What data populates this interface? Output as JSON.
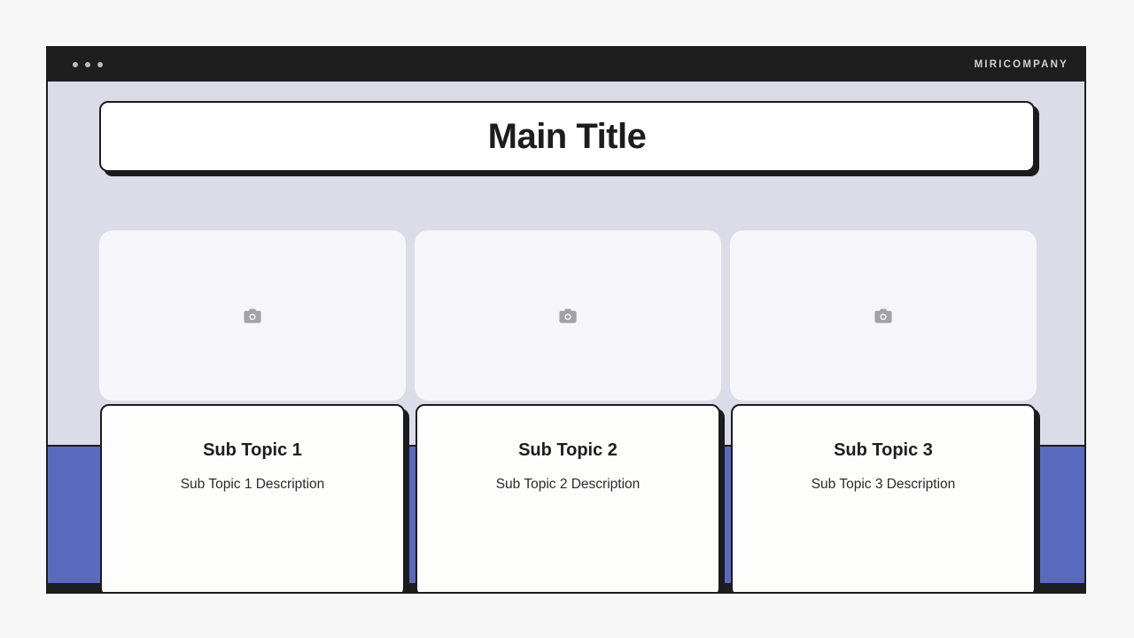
{
  "window": {
    "titlebar": {
      "dots_icon": "window-dots-icon",
      "dot_count": 3,
      "brand": "MIRICOMPANY"
    }
  },
  "slide": {
    "main_title": "Main Title",
    "media_placeholders": [
      {
        "icon": "camera-icon",
        "alt": "image placeholder 1"
      },
      {
        "icon": "camera-icon",
        "alt": "image placeholder 2"
      },
      {
        "icon": "camera-icon",
        "alt": "image placeholder 3"
      }
    ],
    "sub_topics": [
      {
        "title": "Sub Topic 1",
        "description": "Sub Topic 1 Description"
      },
      {
        "title": "Sub Topic 2",
        "description": "Sub Topic 2 Description"
      },
      {
        "title": "Sub Topic 3",
        "description": "Sub Topic 3 Description"
      }
    ]
  },
  "colors": {
    "page_background": "#f7f7f8",
    "titlebar": "#1e1e1f",
    "slide_background": "#dcdce8",
    "accent_band": "#5a6abe",
    "outline": "#1c1c1e",
    "panel": "#ffffff",
    "media_card": "#f6f6fa",
    "card": "#fdfdfb",
    "brand_text": "#d2d2d4",
    "dot": "#bcbcbc"
  }
}
